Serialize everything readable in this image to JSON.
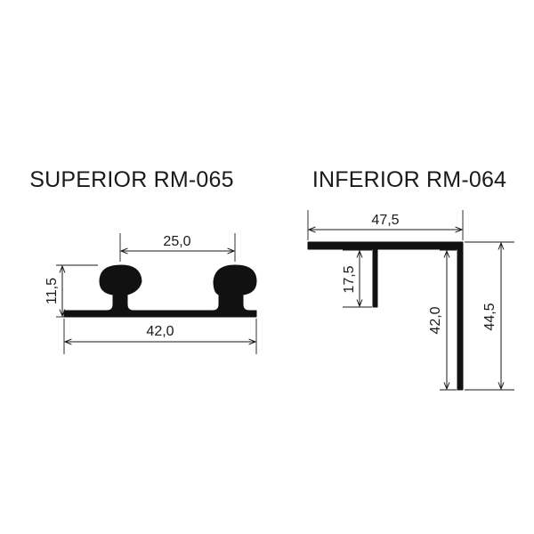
{
  "superior": {
    "title": "SUPERIOR RM-065",
    "dim_width_inner": "25,0",
    "dim_height": "11,5",
    "dim_width_total": "42,0"
  },
  "inferior": {
    "title": "INFERIOR RM-064",
    "dim_width_top": "47,5",
    "dim_short_leg": "17,5",
    "dim_leg_height": "42,0",
    "dim_total_height": "44,5"
  },
  "colors": {
    "profile": "#111111",
    "lines": "#1a1a1a",
    "background": "#ffffff"
  }
}
